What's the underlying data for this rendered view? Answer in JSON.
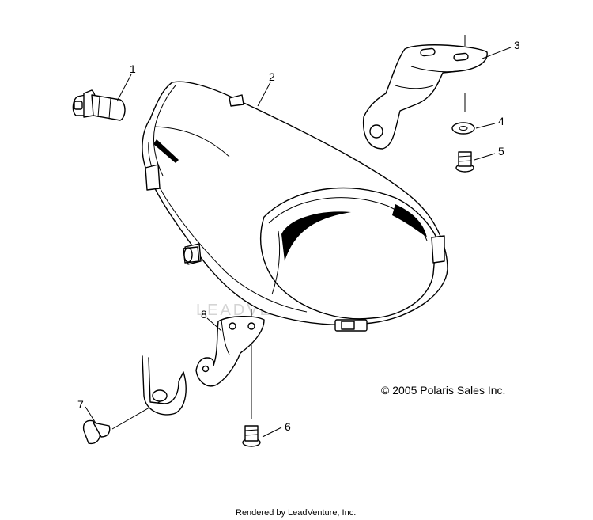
{
  "callouts": {
    "c1": "1",
    "c2": "2",
    "c3": "3",
    "c4": "4",
    "c5": "5",
    "c6": "6",
    "c7": "7",
    "c8": "8"
  },
  "watermark": "LEADVENTURE",
  "copyright": "© 2005 Polaris Sales Inc.",
  "footer": "Rendered by LeadVenture, Inc."
}
